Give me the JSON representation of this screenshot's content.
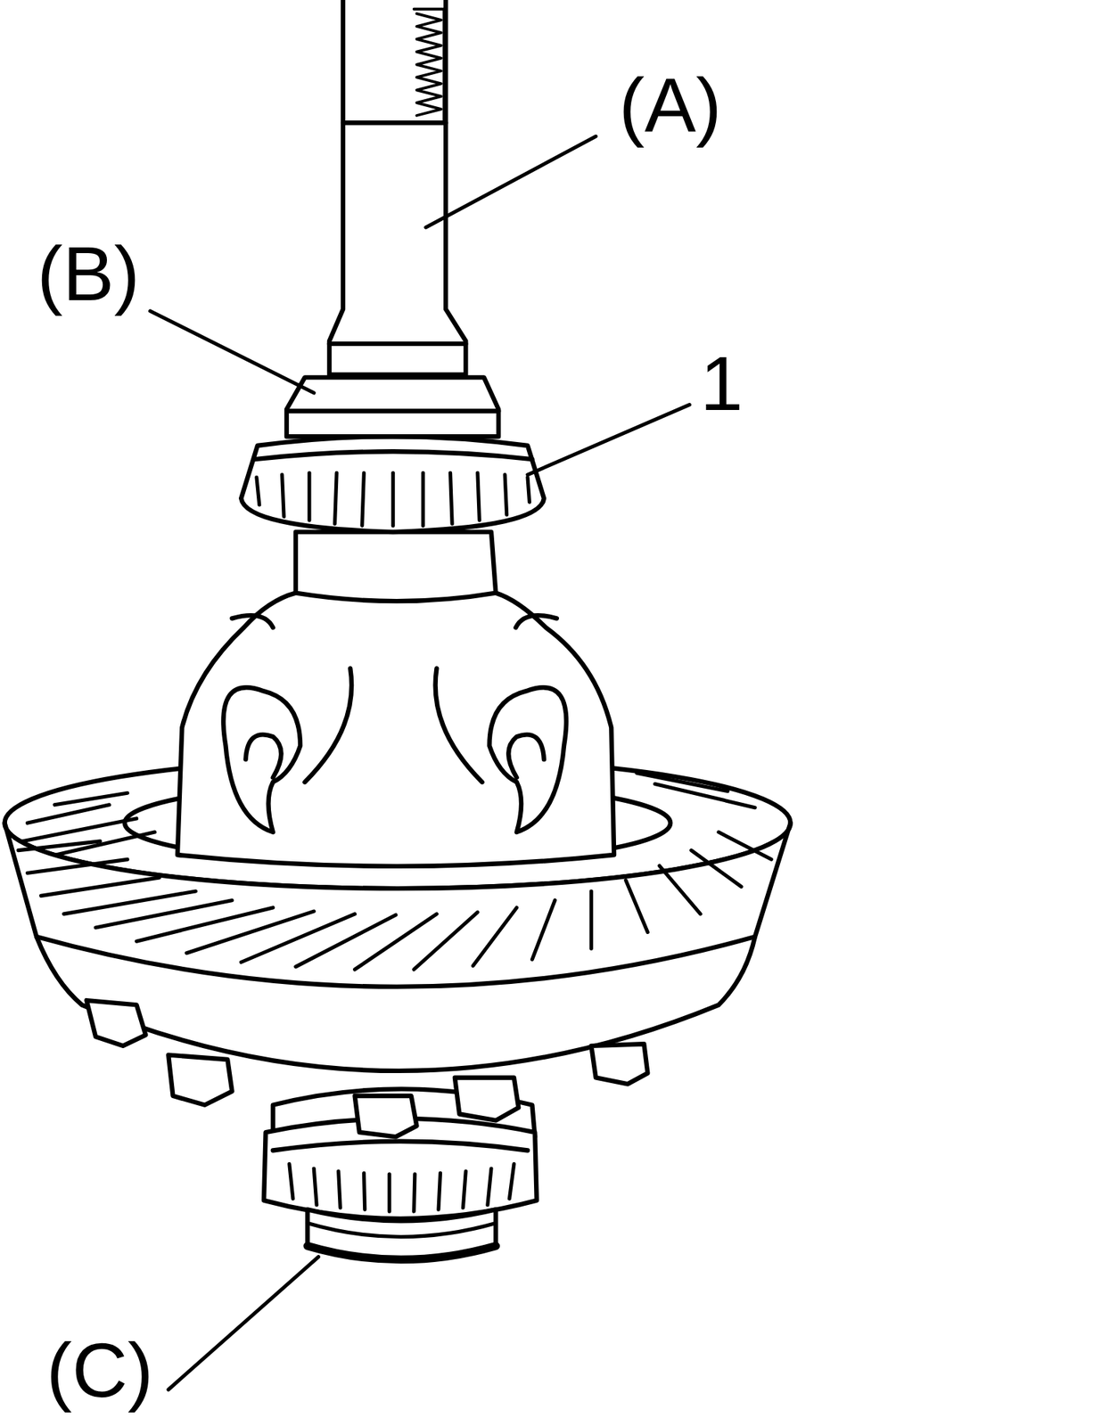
{
  "diagram": {
    "labels": [
      "(A)",
      "(B)",
      "1",
      "(C)"
    ]
  }
}
